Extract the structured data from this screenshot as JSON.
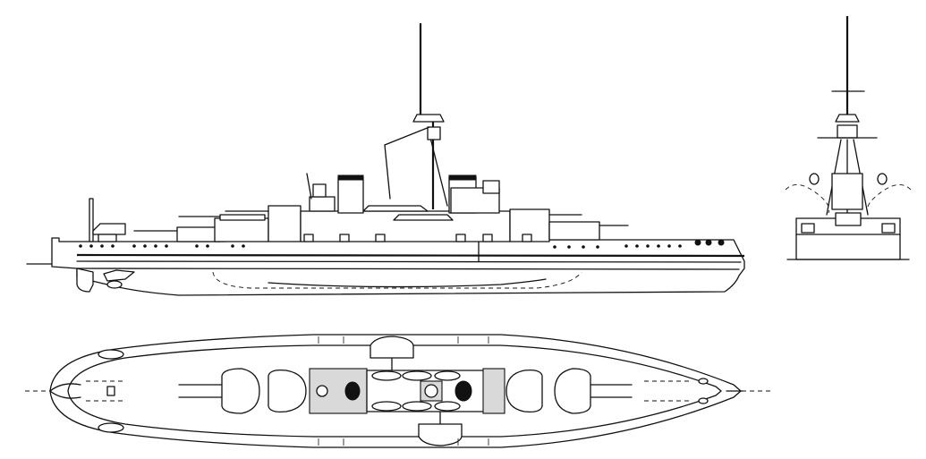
{
  "figure": {
    "kind": "naval line drawing",
    "views": [
      "side-profile",
      "plan-view",
      "bow-end-view"
    ],
    "line_color": "#111111",
    "background": "#ffffff"
  }
}
